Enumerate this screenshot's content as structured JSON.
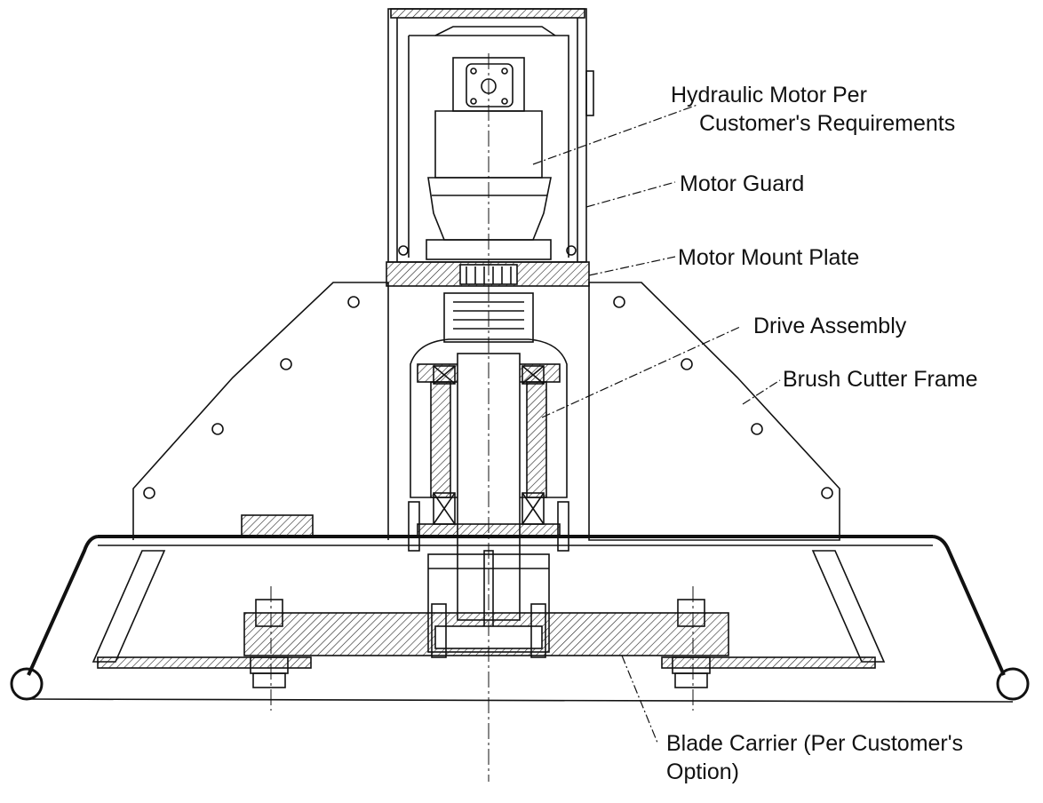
{
  "labels": {
    "hydraulic_motor_line1": "Hydraulic Motor Per",
    "hydraulic_motor_line2": "Customer's Requirements",
    "motor_guard": "Motor Guard",
    "motor_mount_plate": "Motor Mount Plate",
    "drive_assembly": "Drive Assembly",
    "brush_cutter_frame": "Brush Cutter Frame",
    "blade_carrier_line1": "Blade Carrier (Per Customer's",
    "blade_carrier_line2": "Option)"
  },
  "colors": {
    "line": "#111111",
    "background": "#ffffff"
  }
}
